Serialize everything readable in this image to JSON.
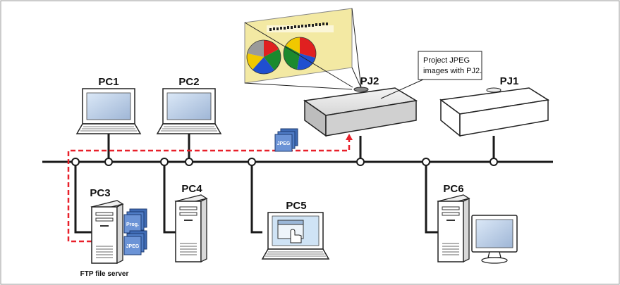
{
  "labels": {
    "pc1": "PC1",
    "pc2": "PC2",
    "pc3": "PC3",
    "pc4": "PC4",
    "pc5": "PC5",
    "pc6": "PC6",
    "pj1": "PJ1",
    "pj2": "PJ2"
  },
  "callout": {
    "line1": "Project JPEG",
    "line2": "images with PJ2."
  },
  "server_caption": "FTP file server",
  "file_icons": {
    "jpeg": "JPEG",
    "prog": "Prog."
  },
  "colors": {
    "network_line": "#1a1a1a",
    "data_path": "#e8202a",
    "screen": "#f5eba0",
    "file_icon": "#3f6bb5"
  }
}
